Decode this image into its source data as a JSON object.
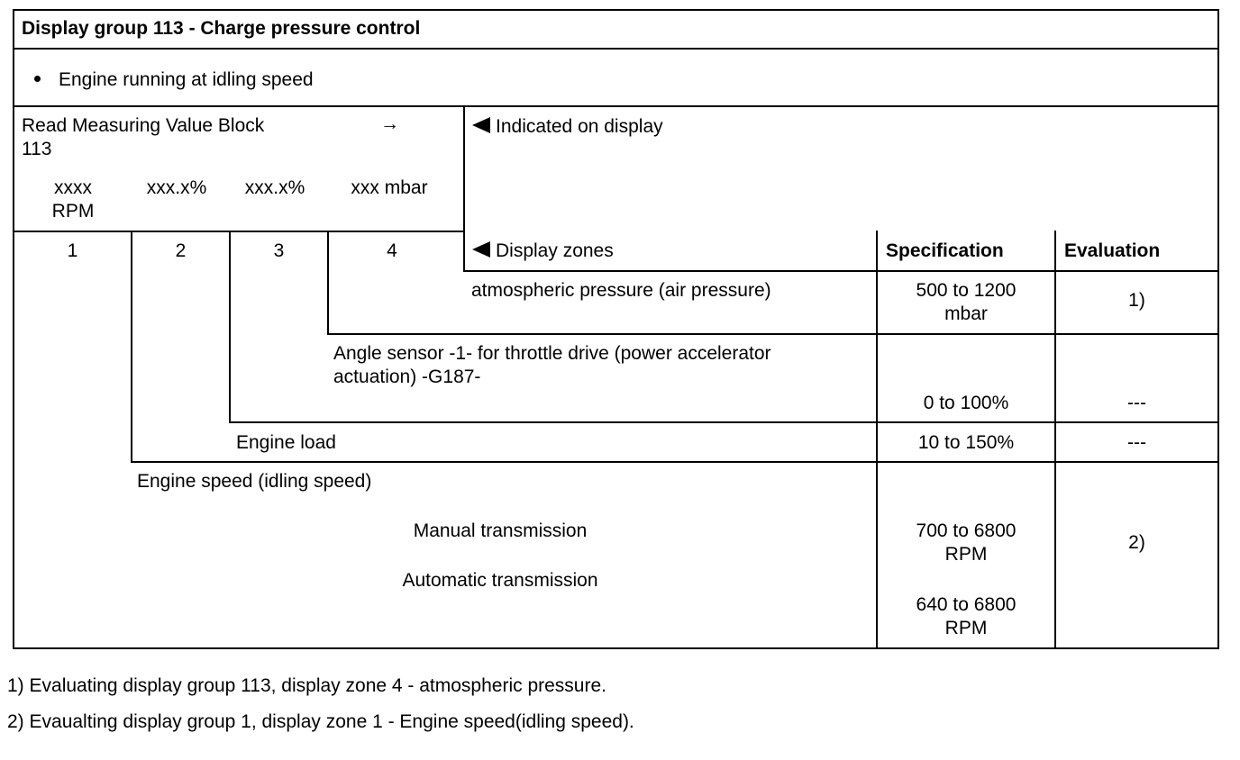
{
  "title": "Display group 113 - Charge pressure control",
  "condition": "Engine running at idling speed",
  "header": {
    "read_block": "Read Measuring Value Block",
    "block_number": "113",
    "arrow": "→",
    "fields": [
      "xxxx",
      "xxx.x%",
      "xxx.x%",
      "xxx mbar"
    ],
    "field1_unit": "RPM",
    "indicated": "Indicated on display",
    "display_zones": "Display zones",
    "specification": "Specification",
    "evaluation": "Evaluation",
    "zones": [
      "1",
      "2",
      "3",
      "4"
    ]
  },
  "rows": [
    {
      "label": "atmospheric pressure (air pressure)",
      "spec_line1": "500 to 1200",
      "spec_line2": "mbar",
      "evaluation": "1)"
    },
    {
      "label_line1": "Angle sensor -1- for throttle drive (power accelerator",
      "label_line2": "actuation) -G187-",
      "spec": "0 to 100%",
      "evaluation": "---"
    },
    {
      "label": "Engine load",
      "spec": "10 to 150%",
      "evaluation": "---"
    },
    {
      "label": "Engine speed (idling speed)",
      "manual": "Manual transmission",
      "automatic": "Automatic transmission",
      "spec_manual_1": "700 to 6800",
      "spec_manual_2": "RPM",
      "spec_auto_1": "640 to 6800",
      "spec_auto_2": "RPM",
      "evaluation": "2)"
    }
  ],
  "footnotes": [
    "1) Evaluating display group 113, display zone 4 - atmospheric pressure.",
    "2) Evaualting display group 1, display zone 1 - Engine speed(idling speed)."
  ]
}
